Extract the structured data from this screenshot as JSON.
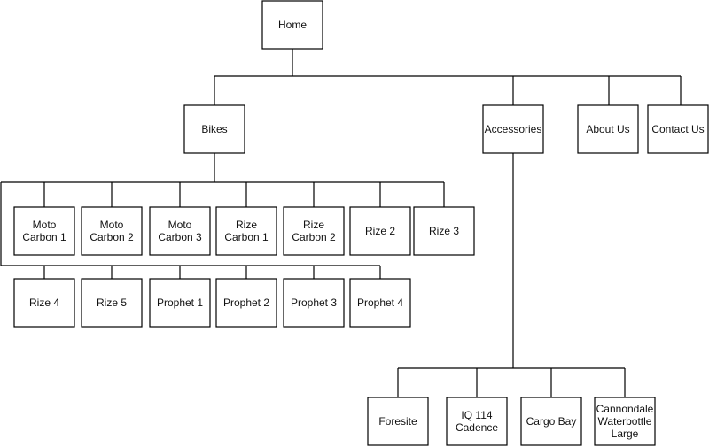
{
  "sitemap": {
    "home": {
      "label": "Home"
    },
    "bikes": {
      "label": "Bikes",
      "models_row1": [
        {
          "label": "Moto\nCarbon 1"
        },
        {
          "label": "Moto\nCarbon 2"
        },
        {
          "label": "Moto\nCarbon 3"
        },
        {
          "label": "Rize\nCarbon 1"
        },
        {
          "label": "Rize\nCarbon 2"
        },
        {
          "label": "Rize 2"
        },
        {
          "label": "Rize 3"
        }
      ],
      "models_row2": [
        {
          "label": "Rize 4"
        },
        {
          "label": "Rize 5"
        },
        {
          "label": "Prophet 1"
        },
        {
          "label": "Prophet 2"
        },
        {
          "label": "Prophet 3"
        },
        {
          "label": "Prophet 4"
        }
      ]
    },
    "accessories": {
      "label": "Accessories",
      "items": [
        {
          "label": "Foresite"
        },
        {
          "label": "IQ 114\nCadence"
        },
        {
          "label": "Cargo Bay"
        },
        {
          "label": "Cannondale\nWaterbottle\nLarge"
        }
      ]
    },
    "about": {
      "label": "About Us"
    },
    "contact": {
      "label": "Contact Us"
    }
  }
}
